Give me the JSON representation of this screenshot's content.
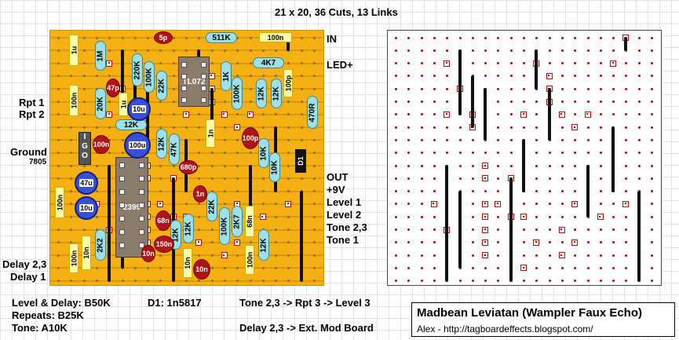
{
  "header": {
    "title": "21 x 20, 36 Cuts, 13 Links"
  },
  "left_labels": {
    "rpt1": "Rpt 1",
    "rpt2": "Rpt 2",
    "ground": "Ground",
    "reg_note": "7805",
    "delay23": "Delay 2,3",
    "delay1": "Delay 1"
  },
  "right_labels": {
    "in": "IN",
    "led": "LED+",
    "out": "OUT",
    "v9": "+9V",
    "level1": "Level 1",
    "level2": "Level 2",
    "tone23": "Tone 2,3",
    "tone1": "Tone 1"
  },
  "components": {
    "ic1": "TL072",
    "ic2": "2399",
    "regulator": [
      "I",
      "G",
      "O"
    ],
    "diode": "D1",
    "resistors": [
      "511K",
      "4K7",
      "1M",
      "220K",
      "100K",
      "22K",
      "1K",
      "100K",
      "12K",
      "12K",
      "470R",
      "20K",
      "12K",
      "12K",
      "47K",
      "10K",
      "10K",
      "22K",
      "2K7",
      "100K",
      "12K",
      "12K",
      "2K2",
      "12K"
    ],
    "film_caps": [
      "100n",
      "1u",
      "100n",
      "100n",
      "1u",
      "1n",
      "100p",
      "10n",
      "10n",
      "100n",
      "68n",
      "100n"
    ],
    "ceramic_caps": [
      "5p",
      "47p",
      "100n",
      "680p",
      "1n",
      "100p",
      "68n",
      "150n",
      "10n",
      "10n"
    ],
    "electrolytics": [
      "10u",
      "100u",
      "47u",
      "10u"
    ]
  },
  "notes": {
    "pots1": "Level & Delay: B50K",
    "pots2": "Repeats: B25K",
    "pots3": "Tone: A10K",
    "diode_note": "D1: 1n5817",
    "tone_route": "Tone 2,3 -> Rpt 3 -> Level 3",
    "delay_route": "Delay 2,3 -> Ext. Mod Board"
  },
  "credit": {
    "title": "Madbean Leviatan (Wampler Faux Echo)",
    "subtitle": "Alex - http://tagboardeffects.blogspot.com/"
  },
  "colors": {
    "board": "#f5b014",
    "strip": "#d99a05",
    "resistor": "#9fe0e6",
    "film_cap": "#fff9a8",
    "ceramic_cap": "#b01515",
    "electrolytic": "#3a4fd8",
    "ic": "#8c7a6a",
    "cut": "#d40000"
  }
}
